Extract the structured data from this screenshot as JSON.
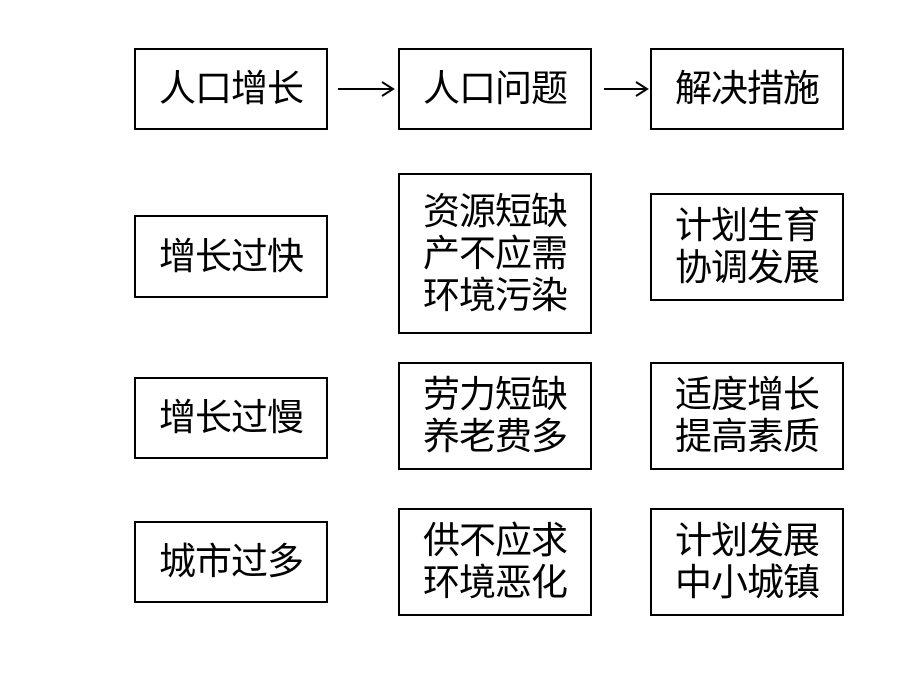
{
  "header": {
    "cause": "人口增长",
    "problem": "人口问题",
    "solution": "解决措施"
  },
  "rows": [
    {
      "cause": [
        "增长过快"
      ],
      "problem": [
        "资源短缺",
        "产不应需",
        "环境污染"
      ],
      "solution": [
        "计划生育",
        "协调发展"
      ]
    },
    {
      "cause": [
        "增长过慢"
      ],
      "problem": [
        "劳力短缺",
        "养老费多"
      ],
      "solution": [
        "适度增长",
        "提高素质"
      ]
    },
    {
      "cause": [
        "城市过多"
      ],
      "problem": [
        "供不应求",
        "环境恶化"
      ],
      "solution": [
        "计划发展",
        "中小城镇"
      ]
    }
  ]
}
